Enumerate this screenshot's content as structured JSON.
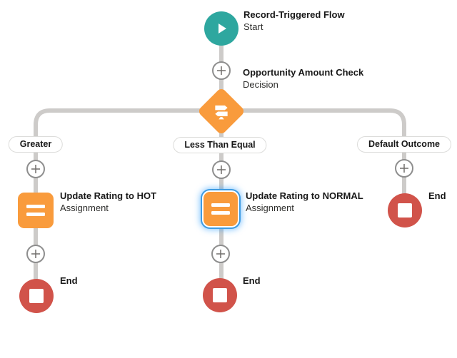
{
  "colors": {
    "teal": "#2EA79F",
    "orange": "#F99B3C",
    "red": "#D1534A",
    "connector": "#CDCBC9",
    "selection_blue": "#3E9BE2"
  },
  "nodes": {
    "start": {
      "title": "Record-Triggered Flow",
      "subtitle": "Start"
    },
    "decision": {
      "title": "Opportunity Amount Check",
      "subtitle": "Decision"
    },
    "assignment_hot": {
      "title": "Update Rating to HOT",
      "subtitle": "Assignment",
      "selected": false
    },
    "assignment_normal": {
      "title": "Update Rating to NORMAL",
      "subtitle": "Assignment",
      "selected": true
    },
    "end_left": {
      "label": "End"
    },
    "end_center": {
      "label": "End"
    },
    "end_right": {
      "label": "End"
    }
  },
  "branches": [
    {
      "label": "Greater"
    },
    {
      "label": "Less Than Equal"
    },
    {
      "label": "Default Outcome"
    }
  ],
  "icons": {
    "start": "play-icon",
    "decision": "signpost-icon",
    "assignment": "equals-icon",
    "end": "stop-icon",
    "connector_add": "plus-icon"
  }
}
